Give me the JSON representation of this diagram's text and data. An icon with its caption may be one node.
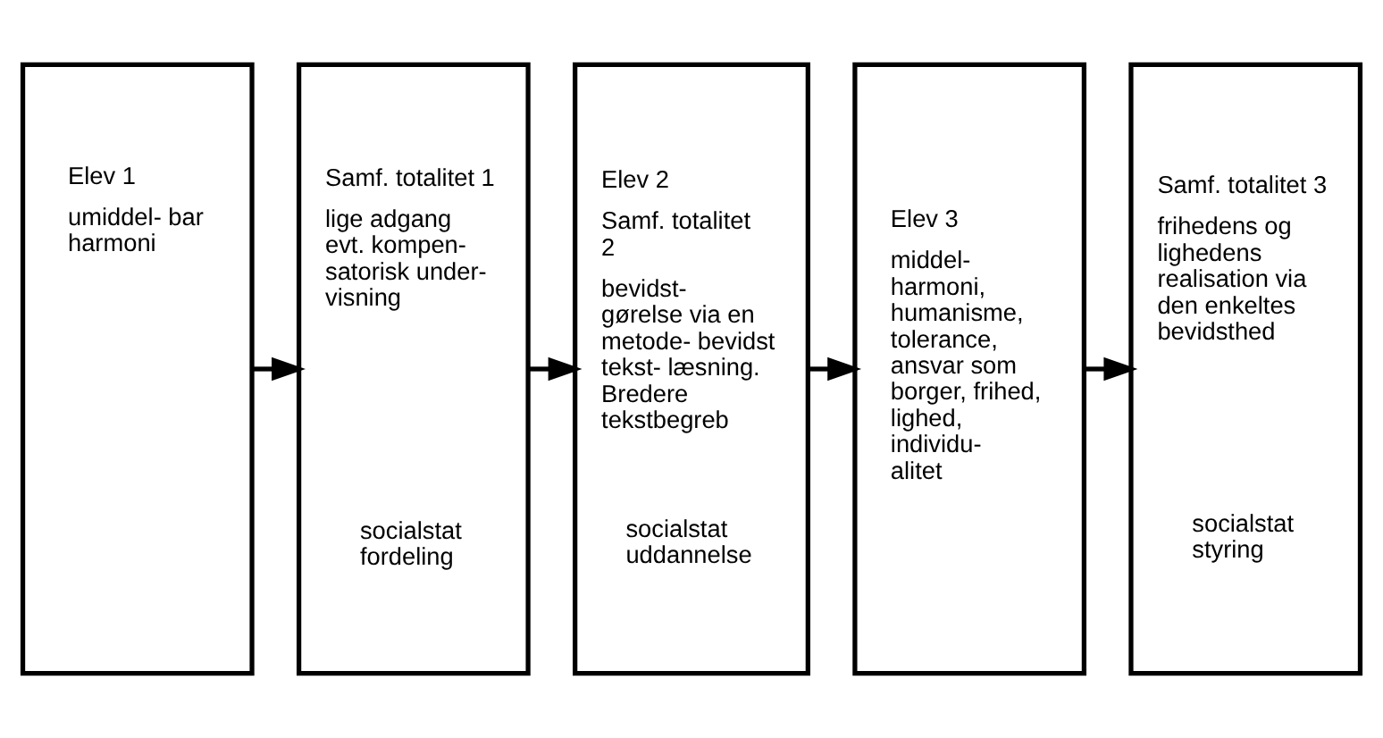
{
  "diagram": {
    "nodes": [
      {
        "text": [
          "Elev 1",
          "umiddel- bar harmoni"
        ]
      },
      {
        "text": [
          "Samf. totalitet 1",
          "lige adgang evt. kompen- satorisk under- visning",
          "socialstat fordeling"
        ]
      },
      {
        "text": [
          "Elev 2",
          "Samf. totalitet 2",
          "bevidst- gørelse via en metode- bevidst tekst- læsning. Bredere tekstbegreb",
          "socialstat uddannelse"
        ]
      },
      {
        "text": [
          "Elev 3",
          "middel- harmoni, humanisme, tolerance, ansvar som borger, frihed, lighed, individu- alitet"
        ]
      },
      {
        "text": [
          "Samf. totalitet 3",
          "frihedens og lighedens realisation via den enkeltes bevidsthed",
          "socialstat styring"
        ]
      }
    ],
    "edges": [
      {
        "from": 0,
        "to": 1,
        "arrow": "to"
      },
      {
        "from": 1,
        "to": 2,
        "arrow": "to"
      },
      {
        "from": 2,
        "to": 3,
        "arrow": "to"
      },
      {
        "from": 3,
        "to": 4,
        "arrow": "to"
      }
    ]
  }
}
